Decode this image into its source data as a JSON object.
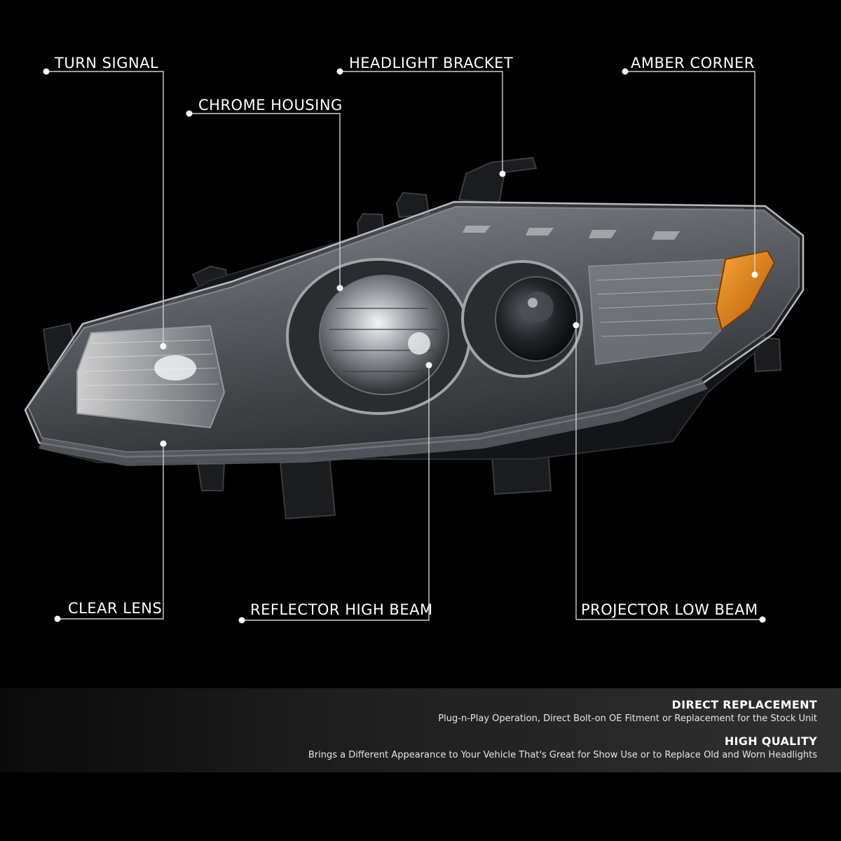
{
  "callouts": {
    "turn_signal": "TURN SIGNAL",
    "chrome_housing": "CHROME HOUSING",
    "headlight_bracket": "HEADLIGHT BRACKET",
    "amber_corner": "AMBER CORNER",
    "clear_lens": "CLEAR LENS",
    "reflector_high_beam": "REFLECTOR HIGH BEAM",
    "projector_low_beam": "PROJECTOR LOW BEAM"
  },
  "features": [
    {
      "title": "DIRECT REPLACEMENT",
      "description": "Plug-n-Play Operation, Direct Bolt-on OE Fitment or Replacement for the Stock Unit"
    },
    {
      "title": "HIGH QUALITY",
      "description": "Brings a Different Appearance to Your Vehicle That's Great for Show Use or to Replace Old and Worn Headlights"
    }
  ],
  "colors": {
    "background": "#000000",
    "amber": "#e8820c",
    "callout_line": "#cfcfcf",
    "text": "#ffffff"
  }
}
